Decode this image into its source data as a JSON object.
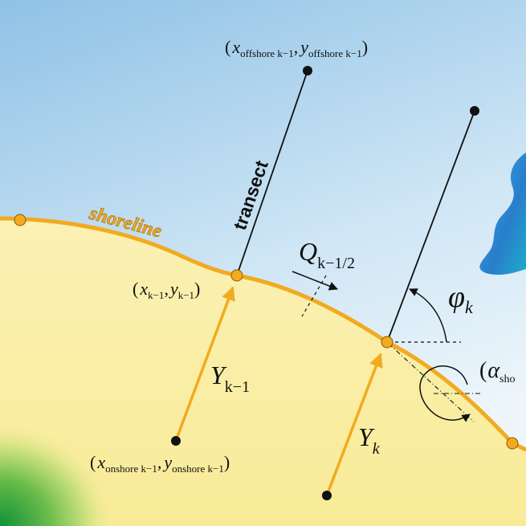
{
  "labels": {
    "shoreline": "shoreline",
    "transect": "transect"
  },
  "math": {
    "offshore_prev": {
      "open": "(",
      "x": "x",
      "x_sub": "offshore k−1",
      "comma": ",",
      "y": "y",
      "y_sub": "offshore k−1",
      "close": ")"
    },
    "shore_prev": {
      "open": "(",
      "x": "x",
      "x_sub": "k−1",
      "comma": ",",
      "y": "y",
      "y_sub": "k−1",
      "close": ")"
    },
    "onshore_prev": {
      "open": "(",
      "x": "x",
      "x_sub": "onshore k−1",
      "comma": ",",
      "y": "y",
      "y_sub": "onshore k−1",
      "close": ")"
    },
    "Y_prev": {
      "main": "Y",
      "sub": "k−1"
    },
    "Y_k": {
      "main": "Y",
      "sub": "k"
    },
    "Q": {
      "main": "Q",
      "sub": "k−1/2"
    },
    "phi": {
      "main": "φ",
      "sub": "k"
    },
    "alpha": {
      "open": "(",
      "main": "α",
      "sub": "sho"
    }
  },
  "colors": {
    "sky_top": "#9cc8e8",
    "sky_bottom": "#e6f2fa",
    "sand": "#fbf0a8",
    "shoreline": "#f2aa1f",
    "shoreline_label": "#f0a91e",
    "green": "#1e9e3a",
    "water": "#2f8fd6",
    "ink": "#111111"
  }
}
